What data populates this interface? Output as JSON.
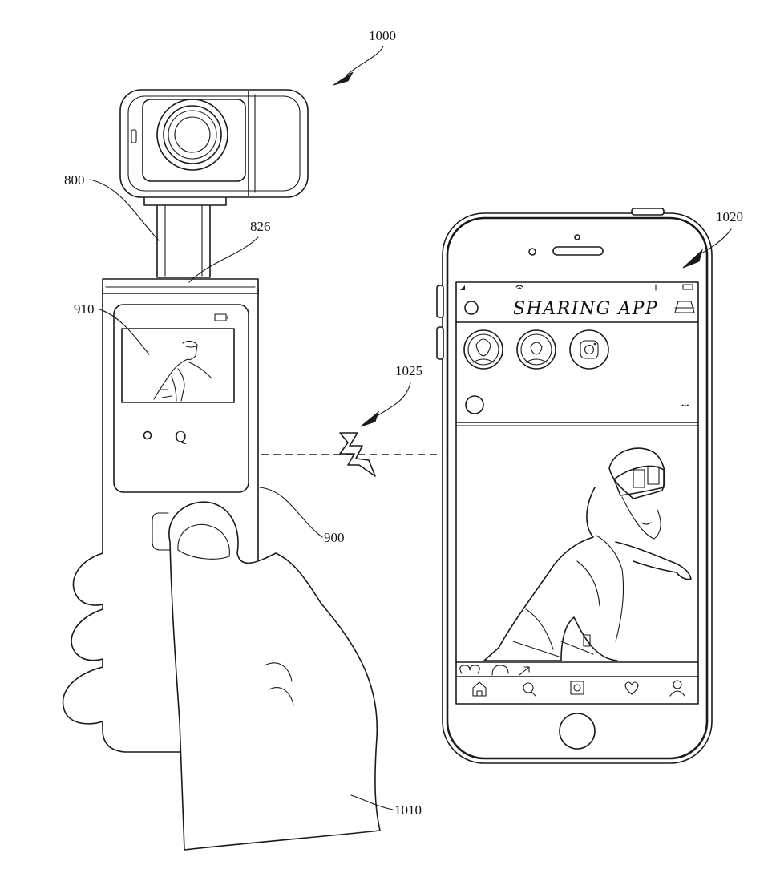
{
  "figure": {
    "reference_labels": {
      "system": "1000",
      "camera": "800",
      "top_edge": "826",
      "camera_screen": "910",
      "handle": "900",
      "hand": "1010",
      "phone": "1020",
      "wireless_link": "1025"
    },
    "phone_app": {
      "title": "SHARING APP",
      "more_glyph": "•••"
    },
    "camera_ui": {
      "search_glyph": "Q"
    }
  }
}
